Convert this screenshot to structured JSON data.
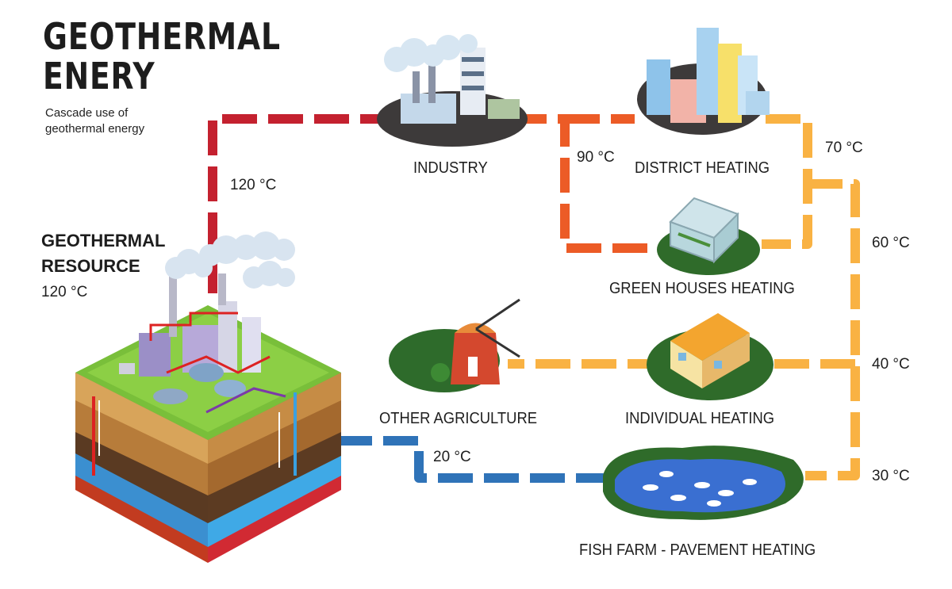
{
  "title": {
    "line1": "GEOTHERMAL",
    "line2": "ENERY"
  },
  "subtitle": {
    "line1": "Cascade use of",
    "line2": "geothermal energy"
  },
  "resource": {
    "line1": "GEOTHERMAL",
    "line2": "RESOURCE",
    "temperature": "120 °C"
  },
  "uses": {
    "industry": "INDUSTRY",
    "district_heating": "DISTRICT HEATING",
    "green_houses": "GREEN HOUSES HEATING",
    "other_agriculture": "OTHER AGRICULTURE",
    "individual_heating": "INDIVIDUAL HEATING",
    "fish_farm": "FISH FARM - PAVEMENT HEATING"
  },
  "temperatures": {
    "t120": "120 °C",
    "t90": "90 °C",
    "t70": "70 °C",
    "t60": "60 °C",
    "t40": "40 °C",
    "t30": "30 °C",
    "t20": "20 °C"
  },
  "colors": {
    "hot": "#c4212f",
    "warm": "#ec5b26",
    "mild": "#f9b243",
    "cold": "#2f73b8"
  }
}
